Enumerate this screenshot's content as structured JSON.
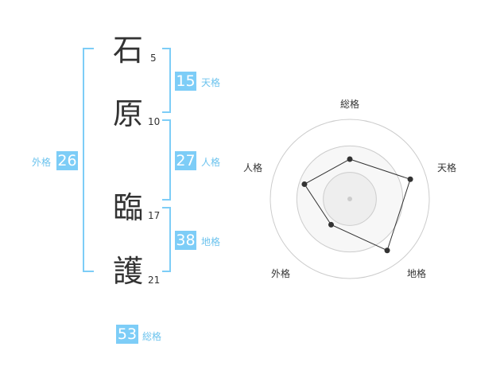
{
  "name": {
    "chars": [
      {
        "char": "石",
        "strokes": "5"
      },
      {
        "char": "原",
        "strokes": "10"
      },
      {
        "char": "臨",
        "strokes": "17"
      },
      {
        "char": "護",
        "strokes": "21"
      }
    ]
  },
  "fortune": {
    "tenkaku": {
      "value": "15",
      "label": "天格"
    },
    "jinkaku": {
      "value": "27",
      "label": "人格"
    },
    "chikaku": {
      "value": "38",
      "label": "地格"
    },
    "gaikaku": {
      "value": "26",
      "label": "外格"
    },
    "soukaku": {
      "value": "53",
      "label": "総格"
    }
  },
  "colors": {
    "accent": "#7dcdf7",
    "accent_text": "#6cc3ee",
    "text": "#333333"
  },
  "chart_data": {
    "type": "radar",
    "axes": [
      "総格",
      "天格",
      "地格",
      "外格",
      "人格"
    ],
    "values": [
      2.5,
      4,
      4,
      2,
      3
    ],
    "max": 5,
    "rings": 3
  }
}
